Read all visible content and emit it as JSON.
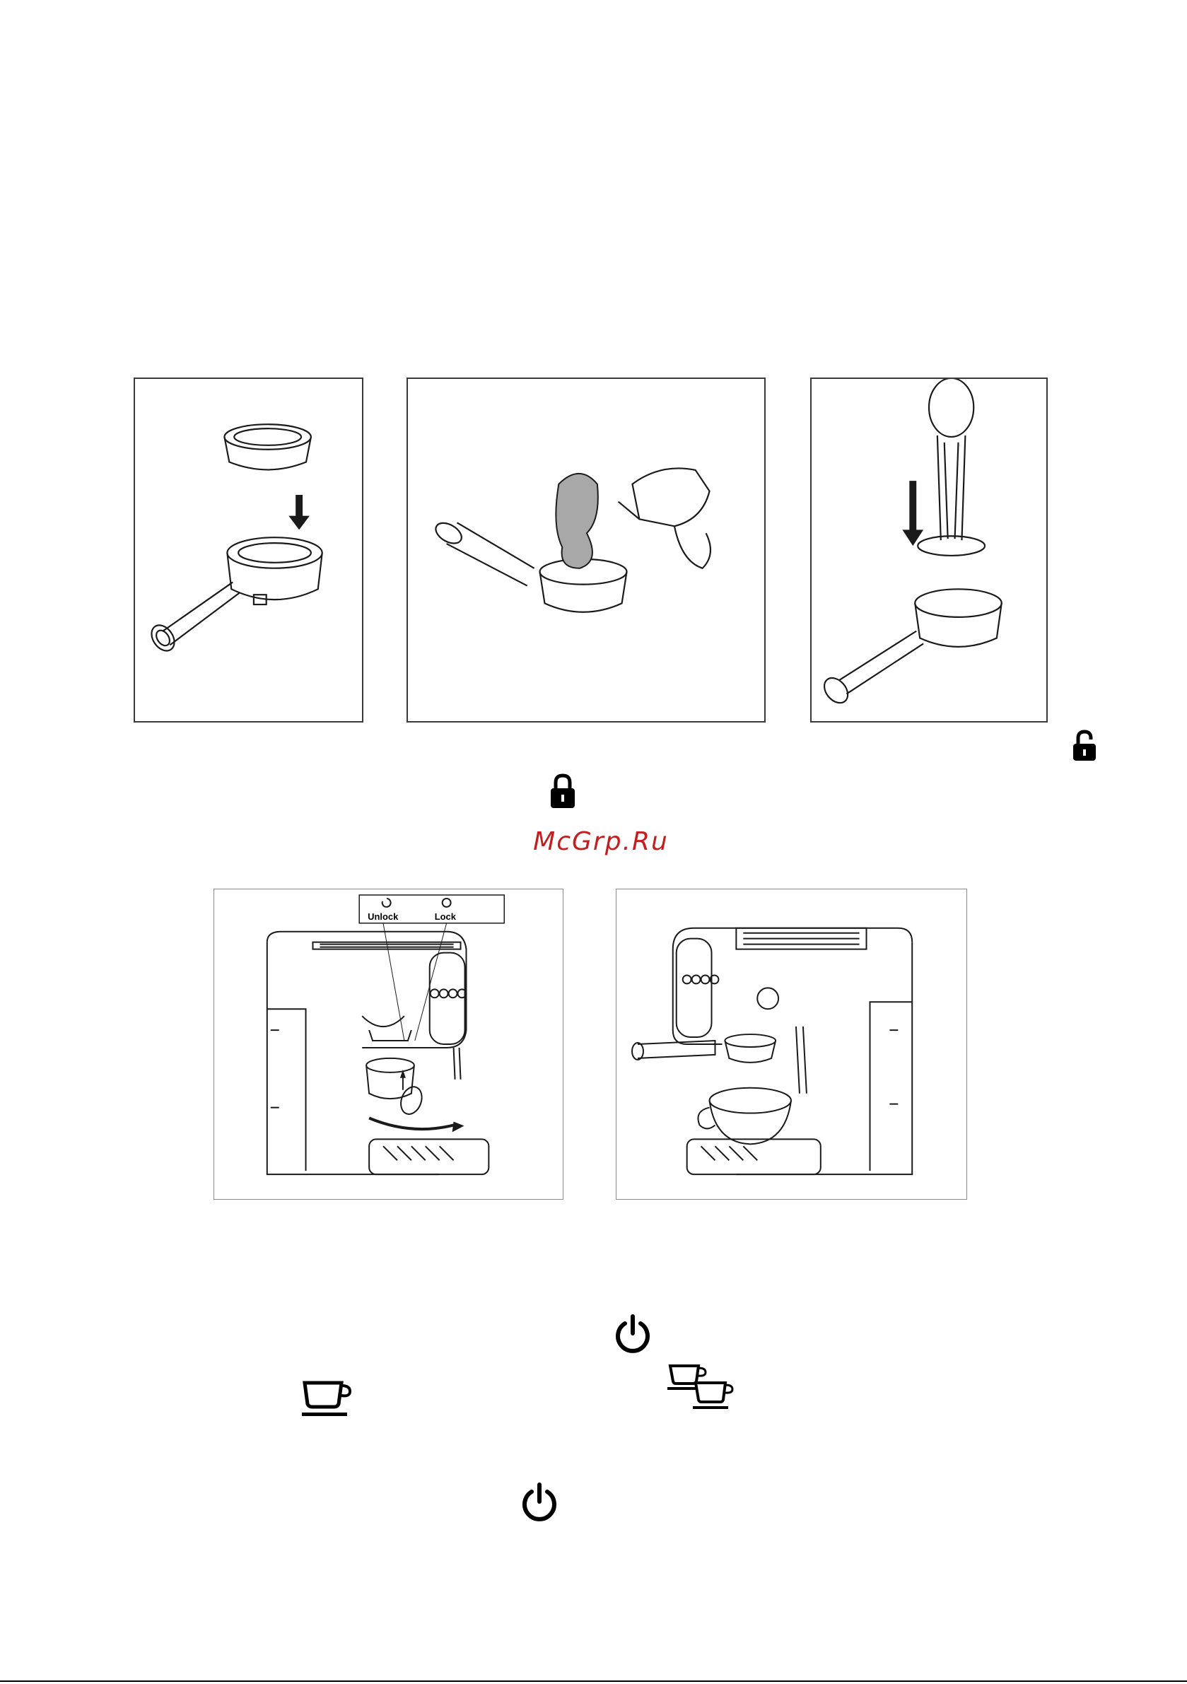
{
  "watermark": {
    "text": "McGrp.Ru",
    "color": "#c41e1e"
  },
  "figures": {
    "row1": [
      {
        "name": "insert-filter-basket",
        "icon": "filter-basket-into-portafilter"
      },
      {
        "name": "scoop-coffee",
        "icon": "measuring-spoon-with-hand"
      },
      {
        "name": "tamp-coffee",
        "icon": "tamper-pressing-down"
      }
    ],
    "row2": {
      "lock_callout": {
        "unlock_label": "Unlock",
        "lock_label": "Lock"
      },
      "left": {
        "name": "insert-and-rotate-portafilter"
      },
      "right": {
        "name": "machine-with-cup"
      }
    }
  },
  "icons": {
    "unlock": "unlock-padlock-icon",
    "lock": "lock-padlock-icon",
    "power_1": "power-icon",
    "single_cup": "single-cup-icon",
    "double_cup": "double-cup-icon",
    "power_2": "power-icon"
  },
  "colors": {
    "ink": "#1a1a1a",
    "frame": "#3a3a3a",
    "accent": "#c41e1e"
  }
}
